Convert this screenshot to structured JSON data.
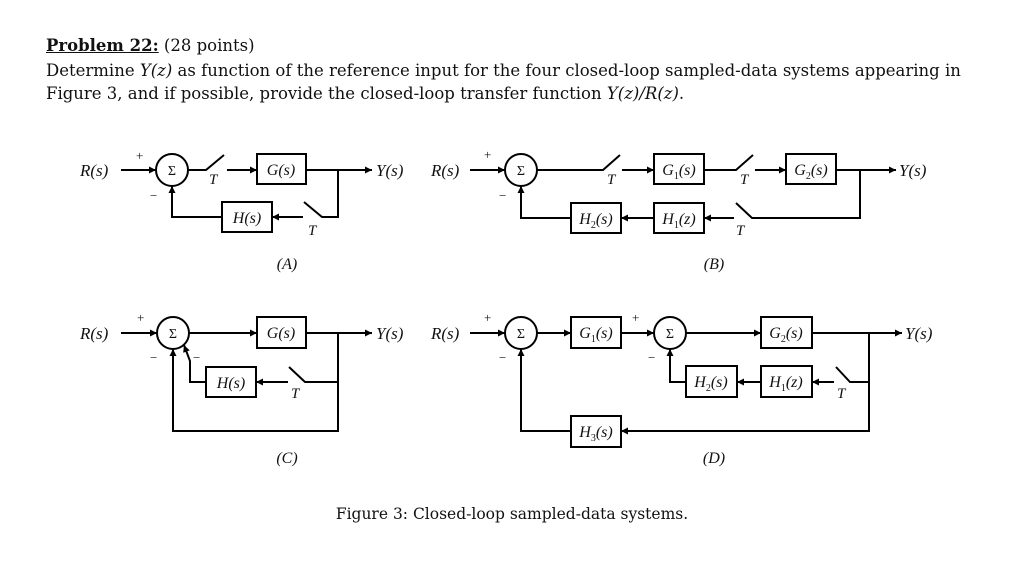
{
  "problem": {
    "number_label": "Problem 22:",
    "points": "(28 points)",
    "text_parts": [
      "Determine ",
      "Y(z)",
      " as function of the reference input for the four closed-loop sampled-data systems appearing in Figure 3, and if possible, provide the closed-loop transfer function ",
      "Y(z)/R(z)",
      "."
    ]
  },
  "figure": {
    "caption": "Figure 3: Closed-loop sampled-data systems.",
    "sampler_label": "T",
    "summing_symbol": "Σ",
    "plus": "+",
    "minus": "−",
    "diagrams": {
      "A": {
        "label": "(A)",
        "input": "R(s)",
        "output": "Y(s)",
        "forward_blocks": [
          "G(s)"
        ],
        "feedback_blocks": [
          "H(s)"
        ]
      },
      "B": {
        "label": "(B)",
        "input": "R(s)",
        "output": "Y(s)",
        "forward_blocks": [
          "G1(s)",
          "G2(s)"
        ],
        "feedback_blocks": [
          "H2(s)",
          "H1(z)"
        ]
      },
      "C": {
        "label": "(C)",
        "input": "R(s)",
        "output": "Y(s)",
        "forward_blocks": [
          "G(s)"
        ],
        "feedback_blocks": [
          "H(s)"
        ]
      },
      "D": {
        "label": "(D)",
        "input": "R(s)",
        "output": "Y(s)",
        "forward_blocks": [
          "G1(s)",
          "G2(s)"
        ],
        "feedback_blocks": [
          "H2(s)",
          "H1(z)",
          "H3(s)"
        ]
      }
    }
  }
}
